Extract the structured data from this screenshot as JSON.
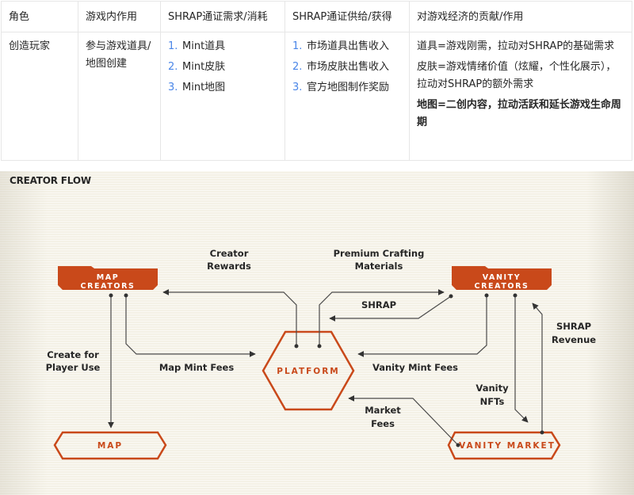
{
  "table": {
    "headers": [
      "角色",
      "游戏内作用",
      "SHRAP通证需求/消耗",
      "SHRAP通证供给/获得",
      "对游戏经济的贡献/作用"
    ],
    "rows": [
      {
        "role": "创造玩家",
        "in_game_role": "参与游戏道具/地图创建",
        "demand": [
          {
            "num": "1.",
            "text": "Mint道具"
          },
          {
            "num": "2.",
            "text": "Mint皮肤"
          },
          {
            "num": "3.",
            "text": "Mint地图"
          }
        ],
        "supply": [
          {
            "num": "1.",
            "text": "市场道具出售收入"
          },
          {
            "num": "2.",
            "text": "市场皮肤出售收入"
          },
          {
            "num": "3.",
            "text": "官方地图制作奖励"
          }
        ],
        "contribution": [
          {
            "text": "道具=游戏刚需，拉动对SHRAP的基础需求",
            "bold": false
          },
          {
            "text": "皮肤=游戏情绪价值（炫耀，个性化展示），拉动对SHRAP的额外需求",
            "bold": false
          },
          {
            "text": "地图=二创内容，拉动活跃和延长游戏生命周期",
            "bold": true
          }
        ]
      }
    ]
  },
  "diagram": {
    "title": "CREATOR FLOW",
    "colors": {
      "accent": "#c9491a",
      "line": "#4a4a4a",
      "background": "#f4f1e6"
    },
    "nodes": {
      "map_creators": [
        "MAP",
        "CREATORS"
      ],
      "vanity_creators": [
        "VANITY",
        "CREATORS"
      ],
      "platform": "PLATFORM",
      "map": "MAP",
      "vanity_market": "VANITY MARKET"
    },
    "labels": {
      "creator_rewards": [
        "Creator",
        "Rewards"
      ],
      "premium_crafting": [
        "Premium Crafting",
        "Materials"
      ],
      "shrap": "SHRAP",
      "create_for_player_use": [
        "Create for",
        "Player Use"
      ],
      "map_mint_fees": "Map Mint Fees",
      "vanity_mint_fees": "Vanity Mint Fees",
      "shrap_revenue": [
        "SHRAP",
        "Revenue"
      ],
      "vanity_nfts": [
        "Vanity",
        "NFTs"
      ],
      "market_fees": [
        "Market",
        "Fees"
      ]
    }
  }
}
